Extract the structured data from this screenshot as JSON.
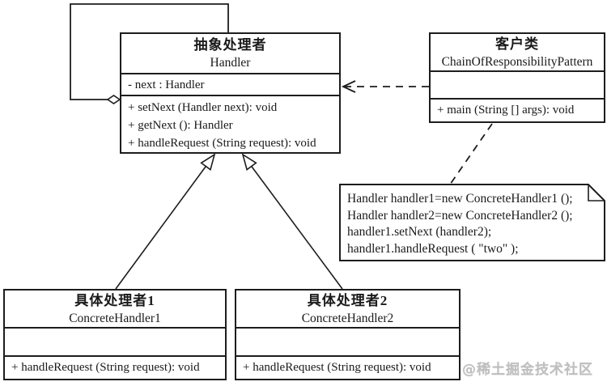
{
  "classes": {
    "handler": {
      "title_cn": "抽象处理者",
      "title_en": "Handler",
      "fields": [
        "- next : Handler"
      ],
      "methods": [
        "+ setNext (Handler next): void",
        "+ getNext (): Handler",
        "+ handleRequest (String request): void"
      ]
    },
    "client": {
      "title_cn": "客户类",
      "title_en": "ChainOfResponsibilityPattern",
      "fields": [],
      "methods": [
        "+ main (String [] args): void"
      ]
    },
    "concrete1": {
      "title_cn": "具体处理者1",
      "title_en": "ConcreteHandler1",
      "fields": [],
      "methods": [
        "+ handleRequest (String request): void"
      ]
    },
    "concrete2": {
      "title_cn": "具体处理者2",
      "title_en": "ConcreteHandler2",
      "fields": [],
      "methods": [
        "+ handleRequest (String request): void"
      ]
    }
  },
  "note": {
    "lines": [
      "Handler handler1=new ConcreteHandler1 ();",
      "Handler handler2=new ConcreteHandler2 ();",
      "handler1.setNext (handler2);",
      "handler1.handleRequest (  \"two\"  );"
    ]
  },
  "connectors": {
    "self_aggregation": "hollow-diamond self loop on Handler",
    "dependency": "dashed open arrow from client to Handler",
    "generalization1": "hollow triangle from ConcreteHandler1 to Handler",
    "generalization2": "hollow triangle from ConcreteHandler2 to Handler",
    "note_anchor": "dashed line from client to note"
  },
  "watermark": "@稀土掘金技术社区",
  "colors": {
    "line": "#1d1d1d",
    "background": "#ffffff",
    "watermark": "#c0bfbf"
  }
}
